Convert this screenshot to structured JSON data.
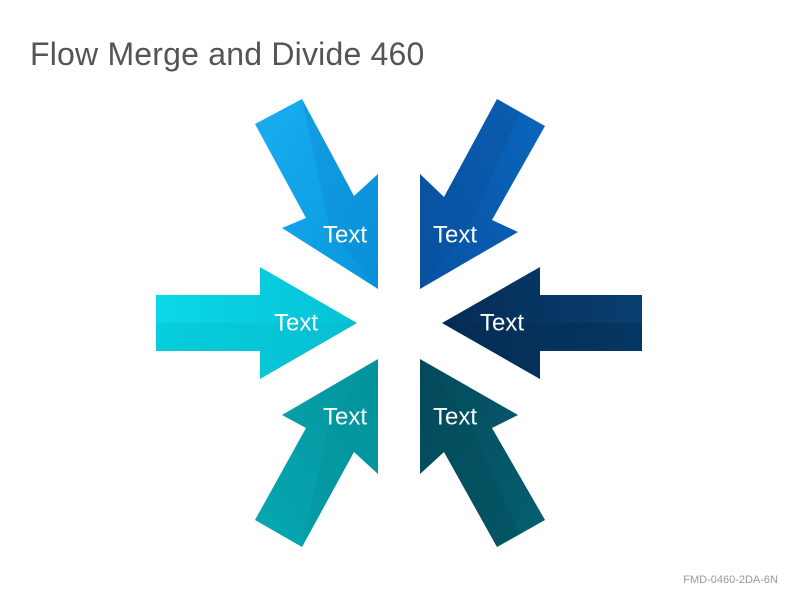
{
  "title": "Flow Merge and Divide 460",
  "code": "FMD-0460-2DA-6N",
  "arrows": [
    {
      "id": "upper-left",
      "label": "Text",
      "color": "#0aa3ec",
      "shade": "#0b86cf"
    },
    {
      "id": "upper-right",
      "label": "Text",
      "color": "#0a5fb4",
      "shade": "#084d97"
    },
    {
      "id": "left",
      "label": "Text",
      "color": "#08d3e2",
      "shade": "#06b9c9"
    },
    {
      "id": "right",
      "label": "Text",
      "color": "#073a68",
      "shade": "#052c52"
    },
    {
      "id": "lower-left",
      "label": "Text",
      "color": "#05a3ad",
      "shade": "#038e97"
    },
    {
      "id": "lower-right",
      "label": "Text",
      "color": "#045a6e",
      "shade": "#03495a"
    }
  ]
}
